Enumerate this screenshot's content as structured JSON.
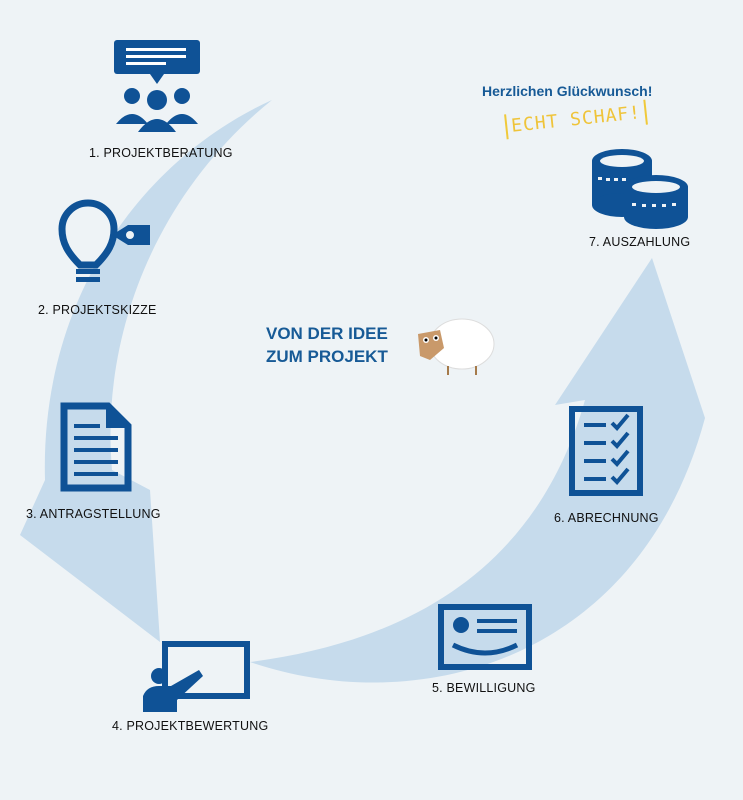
{
  "title": {
    "line1": "VON DER IDEE",
    "line2": "ZUM PROJEKT"
  },
  "congrats": "Herzlichen Glückwunsch!",
  "stamp": "ECHT SCHAF!",
  "steps": [
    {
      "label": "1. PROJEKTBERATUNG",
      "icon": "consultation-icon"
    },
    {
      "label": "2. PROJEKTSKIZZE",
      "icon": "lightbulb-icon"
    },
    {
      "label": "3. ANTRAGSTELLUNG",
      "icon": "document-icon"
    },
    {
      "label": "4. PROJEKTBEWERTUNG",
      "icon": "presentation-icon"
    },
    {
      "label": "5. BEWILLIGUNG",
      "icon": "certificate-icon"
    },
    {
      "label": "6. ABRECHNUNG",
      "icon": "checklist-icon"
    },
    {
      "label": "7. AUSZAHLUNG",
      "icon": "coins-icon"
    }
  ],
  "colors": {
    "icon": "#0f5296",
    "arrow": "#c6dbec",
    "background": "#eef3f6",
    "stamp": "#efc43a"
  }
}
